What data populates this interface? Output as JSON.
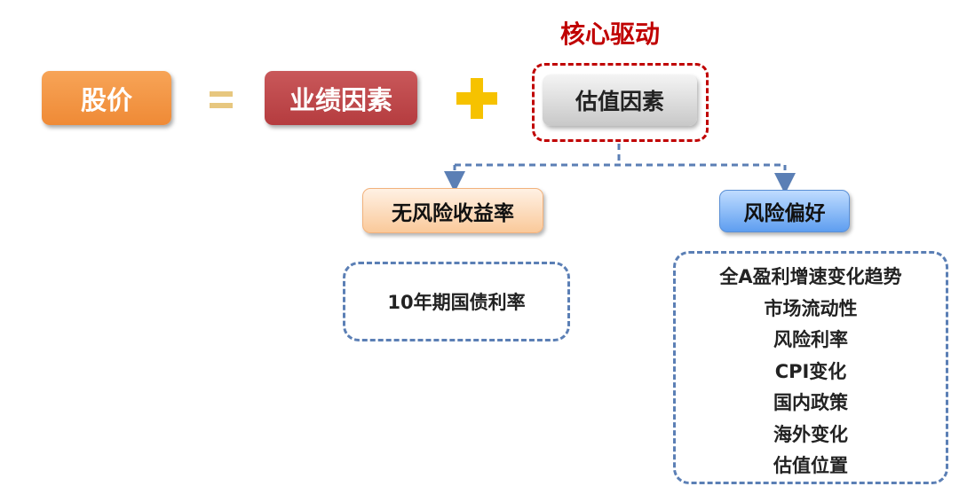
{
  "formula": {
    "stock_price": "股价",
    "earnings_factor": "业绩因素",
    "valuation_factor": "估值因素",
    "core_label": "核心驱动"
  },
  "branches": {
    "risk_free": {
      "title": "无风险收益率",
      "items": [
        "10年期国债利率"
      ]
    },
    "risk_preference": {
      "title": "风险偏好",
      "items": [
        "全A盈利增速变化趋势",
        "市场流动性",
        "风险利率",
        "CPI变化",
        "国内政策",
        "海外变化",
        "估值位置"
      ]
    }
  },
  "colors": {
    "stock_box": "#f39a4a",
    "earnings_box": "#bf4a4c",
    "valuation_box": "#dcdcdc",
    "core_red": "#c00000",
    "plus_yellow": "#f6c200",
    "dash_blue": "#5b7fb5",
    "risk_free_box": "#fbd5b0",
    "risk_pref_box": "#7fb2f3"
  }
}
